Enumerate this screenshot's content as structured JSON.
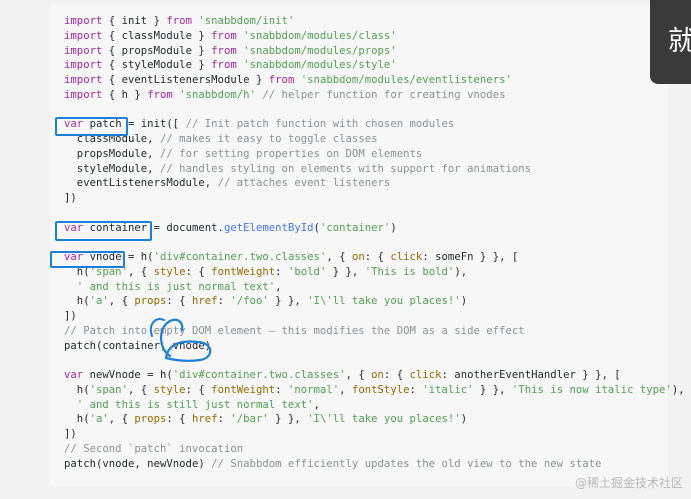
{
  "code": {
    "lines": [
      [
        [
          "kw",
          "import"
        ],
        [
          "plain",
          " { init } "
        ],
        [
          "kw",
          "from"
        ],
        [
          "plain",
          " "
        ],
        [
          "str",
          "'snabbdom/init'"
        ]
      ],
      [
        [
          "kw",
          "import"
        ],
        [
          "plain",
          " { classModule } "
        ],
        [
          "kw",
          "from"
        ],
        [
          "plain",
          " "
        ],
        [
          "str",
          "'snabbdom/modules/class'"
        ]
      ],
      [
        [
          "kw",
          "import"
        ],
        [
          "plain",
          " { propsModule } "
        ],
        [
          "kw",
          "from"
        ],
        [
          "plain",
          " "
        ],
        [
          "str",
          "'snabbdom/modules/props'"
        ]
      ],
      [
        [
          "kw",
          "import"
        ],
        [
          "plain",
          " { styleModule } "
        ],
        [
          "kw",
          "from"
        ],
        [
          "plain",
          " "
        ],
        [
          "str",
          "'snabbdom/modules/style'"
        ]
      ],
      [
        [
          "kw",
          "import"
        ],
        [
          "plain",
          " { eventListenersModule } "
        ],
        [
          "kw",
          "from"
        ],
        [
          "plain",
          " "
        ],
        [
          "str",
          "'snabbdom/modules/eventlisteners'"
        ]
      ],
      [
        [
          "kw",
          "import"
        ],
        [
          "plain",
          " { h } "
        ],
        [
          "kw",
          "from"
        ],
        [
          "plain",
          " "
        ],
        [
          "str",
          "'snabbdom/h'"
        ],
        [
          "com",
          " // helper function for creating vnodes"
        ]
      ],
      [],
      [
        [
          "kw",
          "var"
        ],
        [
          "plain",
          " patch = init([ "
        ],
        [
          "com",
          "// Init patch function with chosen modules"
        ]
      ],
      [
        [
          "plain",
          "  classModule, "
        ],
        [
          "com",
          "// makes it easy to toggle classes"
        ]
      ],
      [
        [
          "plain",
          "  propsModule, "
        ],
        [
          "com",
          "// for setting properties on DOM elements"
        ]
      ],
      [
        [
          "plain",
          "  styleModule, "
        ],
        [
          "com",
          "// handles styling on elements with support for animations"
        ]
      ],
      [
        [
          "plain",
          "  eventListenersModule, "
        ],
        [
          "com",
          "// attaches event listeners"
        ]
      ],
      [
        [
          "plain",
          "])"
        ]
      ],
      [],
      [
        [
          "kw",
          "var"
        ],
        [
          "plain",
          " container = document."
        ],
        [
          "fn",
          "getElementById"
        ],
        [
          "plain",
          "("
        ],
        [
          "str",
          "'container'"
        ],
        [
          "plain",
          ")"
        ]
      ],
      [],
      [
        [
          "kw",
          "var"
        ],
        [
          "plain",
          " vnode = h("
        ],
        [
          "str",
          "'div#container.two.classes'"
        ],
        [
          "plain",
          ", { "
        ],
        [
          "key",
          "on"
        ],
        [
          "plain",
          ": { "
        ],
        [
          "key",
          "click"
        ],
        [
          "plain",
          ": someFn } }, ["
        ]
      ],
      [
        [
          "plain",
          "  h("
        ],
        [
          "str",
          "'span'"
        ],
        [
          "plain",
          ", { "
        ],
        [
          "key",
          "style"
        ],
        [
          "plain",
          ": { "
        ],
        [
          "key",
          "fontWeight"
        ],
        [
          "plain",
          ": "
        ],
        [
          "str",
          "'bold'"
        ],
        [
          "plain",
          " } }, "
        ],
        [
          "str",
          "'This is bold'"
        ],
        [
          "plain",
          "),"
        ]
      ],
      [
        [
          "str",
          "  ' and this is just normal text'"
        ],
        [
          "plain",
          ","
        ]
      ],
      [
        [
          "plain",
          "  h("
        ],
        [
          "str",
          "'a'"
        ],
        [
          "plain",
          ", { "
        ],
        [
          "key",
          "props"
        ],
        [
          "plain",
          ": { "
        ],
        [
          "key",
          "href"
        ],
        [
          "plain",
          ": "
        ],
        [
          "str",
          "'/foo'"
        ],
        [
          "plain",
          " } }, "
        ],
        [
          "str",
          "'I\\'ll take you places!'"
        ],
        [
          "plain",
          ")"
        ]
      ],
      [
        [
          "plain",
          "])"
        ]
      ],
      [
        [
          "com",
          "// Patch into empty DOM element – this modifies the DOM as a side effect"
        ]
      ],
      [
        [
          "plain",
          "patch(container, vnode)"
        ]
      ],
      [],
      [
        [
          "kw",
          "var"
        ],
        [
          "plain",
          " newVnode = h("
        ],
        [
          "str",
          "'div#container.two.classes'"
        ],
        [
          "plain",
          ", { "
        ],
        [
          "key",
          "on"
        ],
        [
          "plain",
          ": { "
        ],
        [
          "key",
          "click"
        ],
        [
          "plain",
          ": anotherEventHandler } }, ["
        ]
      ],
      [
        [
          "plain",
          "  h("
        ],
        [
          "str",
          "'span'"
        ],
        [
          "plain",
          ", { "
        ],
        [
          "key",
          "style"
        ],
        [
          "plain",
          ": { "
        ],
        [
          "key",
          "fontWeight"
        ],
        [
          "plain",
          ": "
        ],
        [
          "str",
          "'normal'"
        ],
        [
          "plain",
          ", "
        ],
        [
          "key",
          "fontStyle"
        ],
        [
          "plain",
          ": "
        ],
        [
          "str",
          "'italic'"
        ],
        [
          "plain",
          " } }, "
        ],
        [
          "str",
          "'This is now italic type'"
        ],
        [
          "plain",
          "),"
        ]
      ],
      [
        [
          "str",
          "  ' and this is still just normal text'"
        ],
        [
          "plain",
          ","
        ]
      ],
      [
        [
          "plain",
          "  h("
        ],
        [
          "str",
          "'a'"
        ],
        [
          "plain",
          ", { "
        ],
        [
          "key",
          "props"
        ],
        [
          "plain",
          ": { "
        ],
        [
          "key",
          "href"
        ],
        [
          "plain",
          ": "
        ],
        [
          "str",
          "'/bar'"
        ],
        [
          "plain",
          " } }, "
        ],
        [
          "str",
          "'I\\'ll take you places!'"
        ],
        [
          "plain",
          ")"
        ]
      ],
      [
        [
          "plain",
          "])"
        ]
      ],
      [
        [
          "com",
          "// Second `patch` invocation"
        ]
      ],
      [
        [
          "plain",
          "patch(vnode, newVnode) "
        ],
        [
          "com",
          "// Snabbdom efficiently updates the old view to the new state"
        ]
      ]
    ]
  },
  "side_panel": {
    "glyph": "就"
  },
  "watermark": {
    "text": "@稀土掘金技术社区"
  },
  "colors": {
    "highlight": "#1a7fd8",
    "keyword": "#a626a4",
    "string": "#50a14f",
    "comment": "#8a8f98",
    "function": "#4078f2"
  }
}
